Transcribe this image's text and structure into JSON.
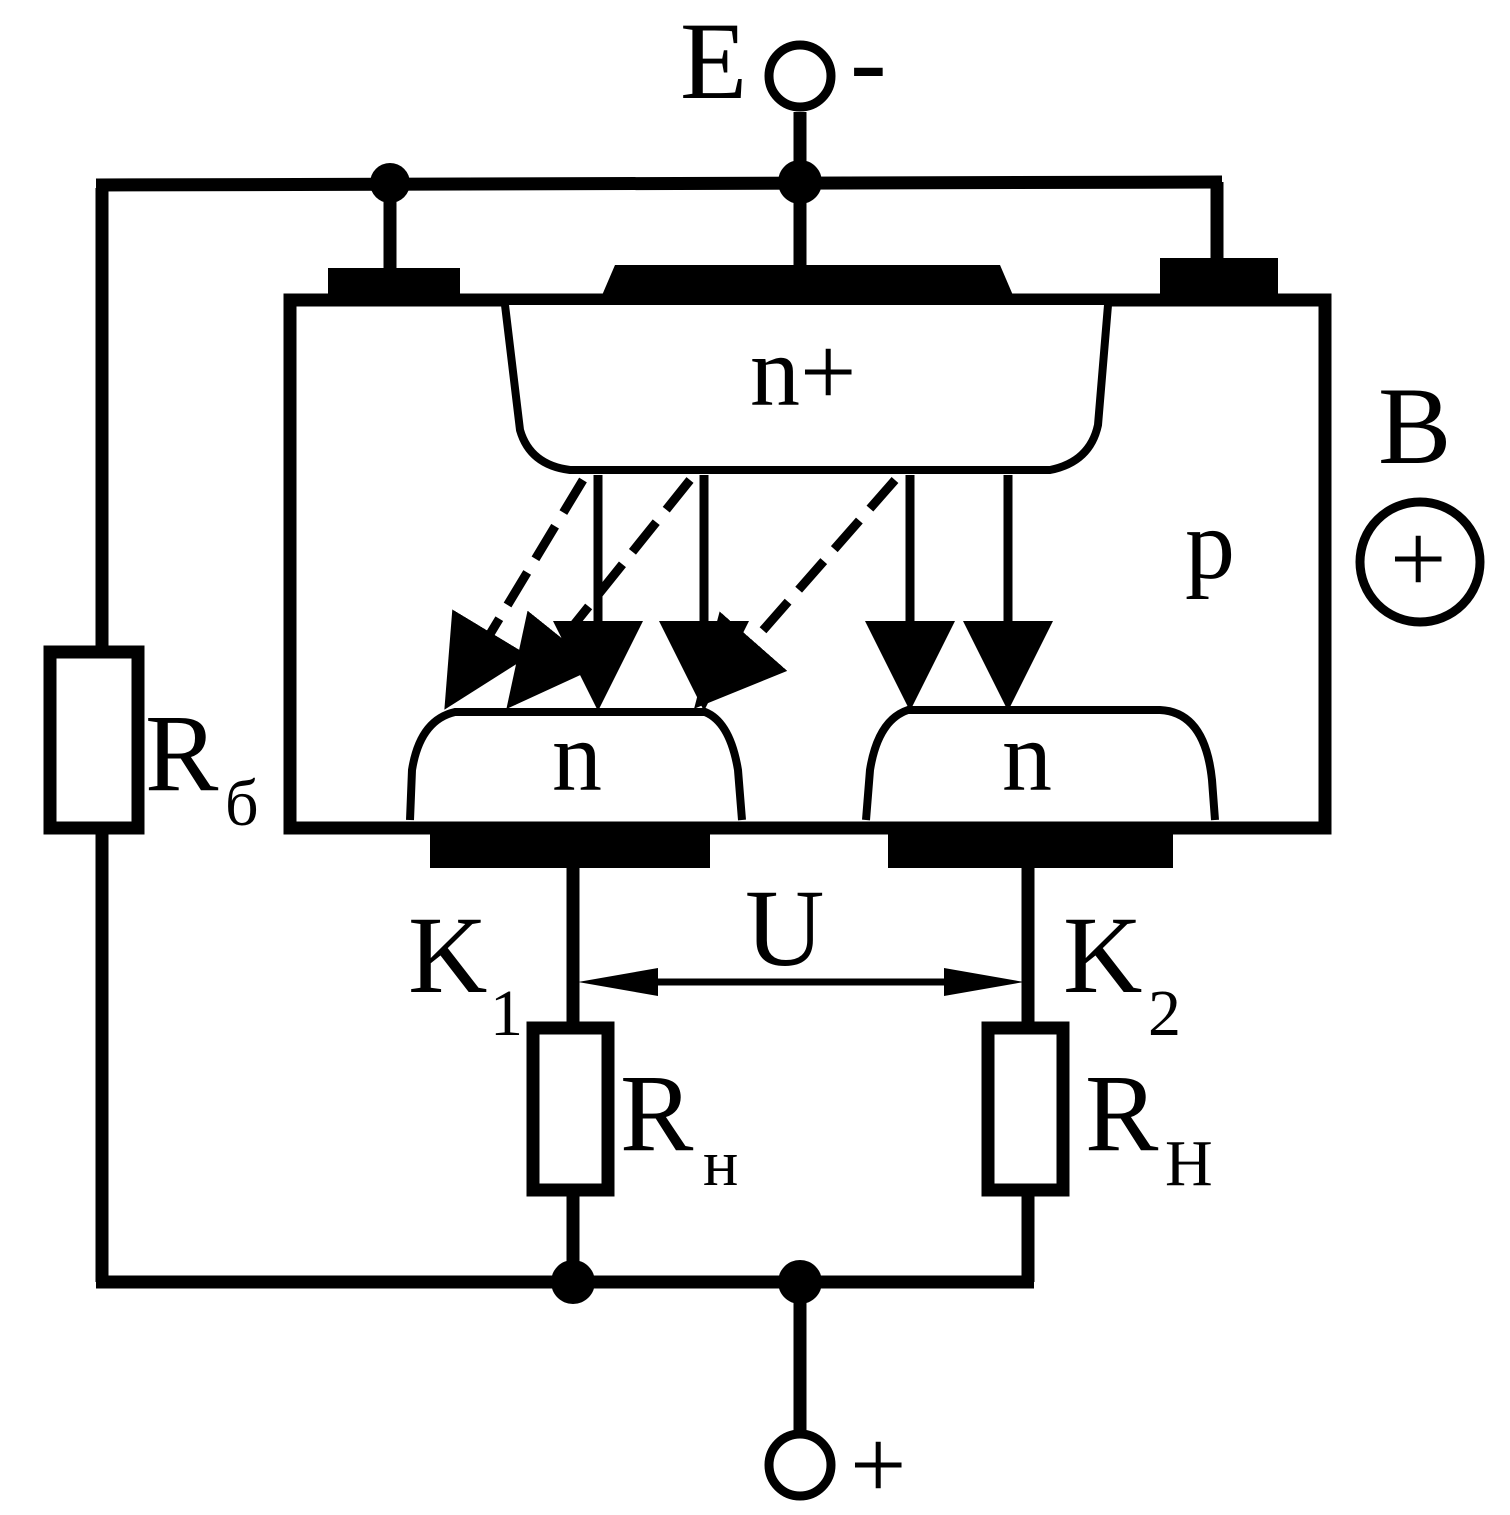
{
  "labels": {
    "emitter_terminal": "E",
    "emitter_sign": "-",
    "bottom_sign": "+",
    "region_n_plus": "n+",
    "region_p": "p",
    "collector_region_left": "n",
    "collector_region_right": "n",
    "base_label": "B",
    "base_circle_sign": "+",
    "resistor_base": "R",
    "resistor_base_sub": "б",
    "collector_1": "K",
    "collector_1_sub": "1",
    "collector_2": "K",
    "collector_2_sub": "2",
    "voltage": "U",
    "load_left": "R",
    "load_left_sub": "н",
    "load_right": "R",
    "load_right_sub": "H"
  },
  "colors": {
    "ink": "#000000",
    "paper": "#ffffff"
  }
}
